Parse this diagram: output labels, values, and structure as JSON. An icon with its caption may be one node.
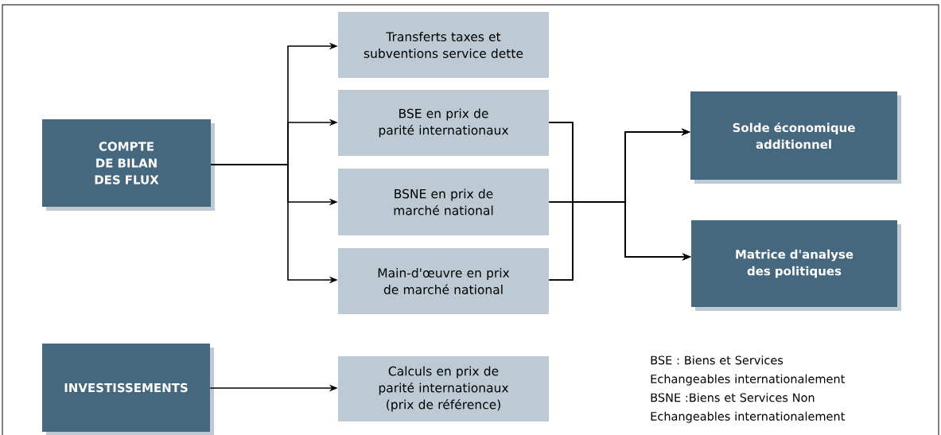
{
  "diagram": {
    "nodes": [
      {
        "text": [
          "COMPTE DE BILAN DES FLUX"
        ]
      },
      {
        "text": [
          "Transferts taxes et subventions service dette"
        ]
      },
      {
        "text": [
          "BSE en prix de parité internationaux"
        ]
      },
      {
        "text": [
          "BSNE en prix de marché national"
        ]
      },
      {
        "text": [
          "Main-d'œuvre en prix de marché national"
        ]
      },
      {
        "text": [
          "Solde économique additionnel"
        ]
      },
      {
        "text": [
          "Matrice d'analyse des politiques"
        ]
      },
      {
        "text": [
          "INVESTISSEMENTS"
        ]
      },
      {
        "text": [
          "Calculs en prix de parité internationaux (prix de référence)"
        ]
      }
    ],
    "edges": [
      {
        "from": 0,
        "to": 1,
        "arrow": "to"
      },
      {
        "from": 0,
        "to": 2,
        "arrow": "to"
      },
      {
        "from": 0,
        "to": 3,
        "arrow": "to"
      },
      {
        "from": 0,
        "to": 4,
        "arrow": "to"
      },
      {
        "from": 2,
        "to": 5,
        "arrow": "to"
      },
      {
        "from": 2,
        "to": 6,
        "arrow": "to"
      },
      {
        "from": 3,
        "to": 5,
        "arrow": "to"
      },
      {
        "from": 3,
        "to": 6,
        "arrow": "to"
      },
      {
        "from": 4,
        "to": 5,
        "arrow": "to"
      },
      {
        "from": 4,
        "to": 6,
        "arrow": "to"
      },
      {
        "from": 7,
        "to": 8,
        "arrow": "to"
      }
    ],
    "labels": [
      "BSE : Biens et Services Echangeables internationalement",
      "BSNE :Biens et Services Non Echangeables internationalement"
    ]
  }
}
